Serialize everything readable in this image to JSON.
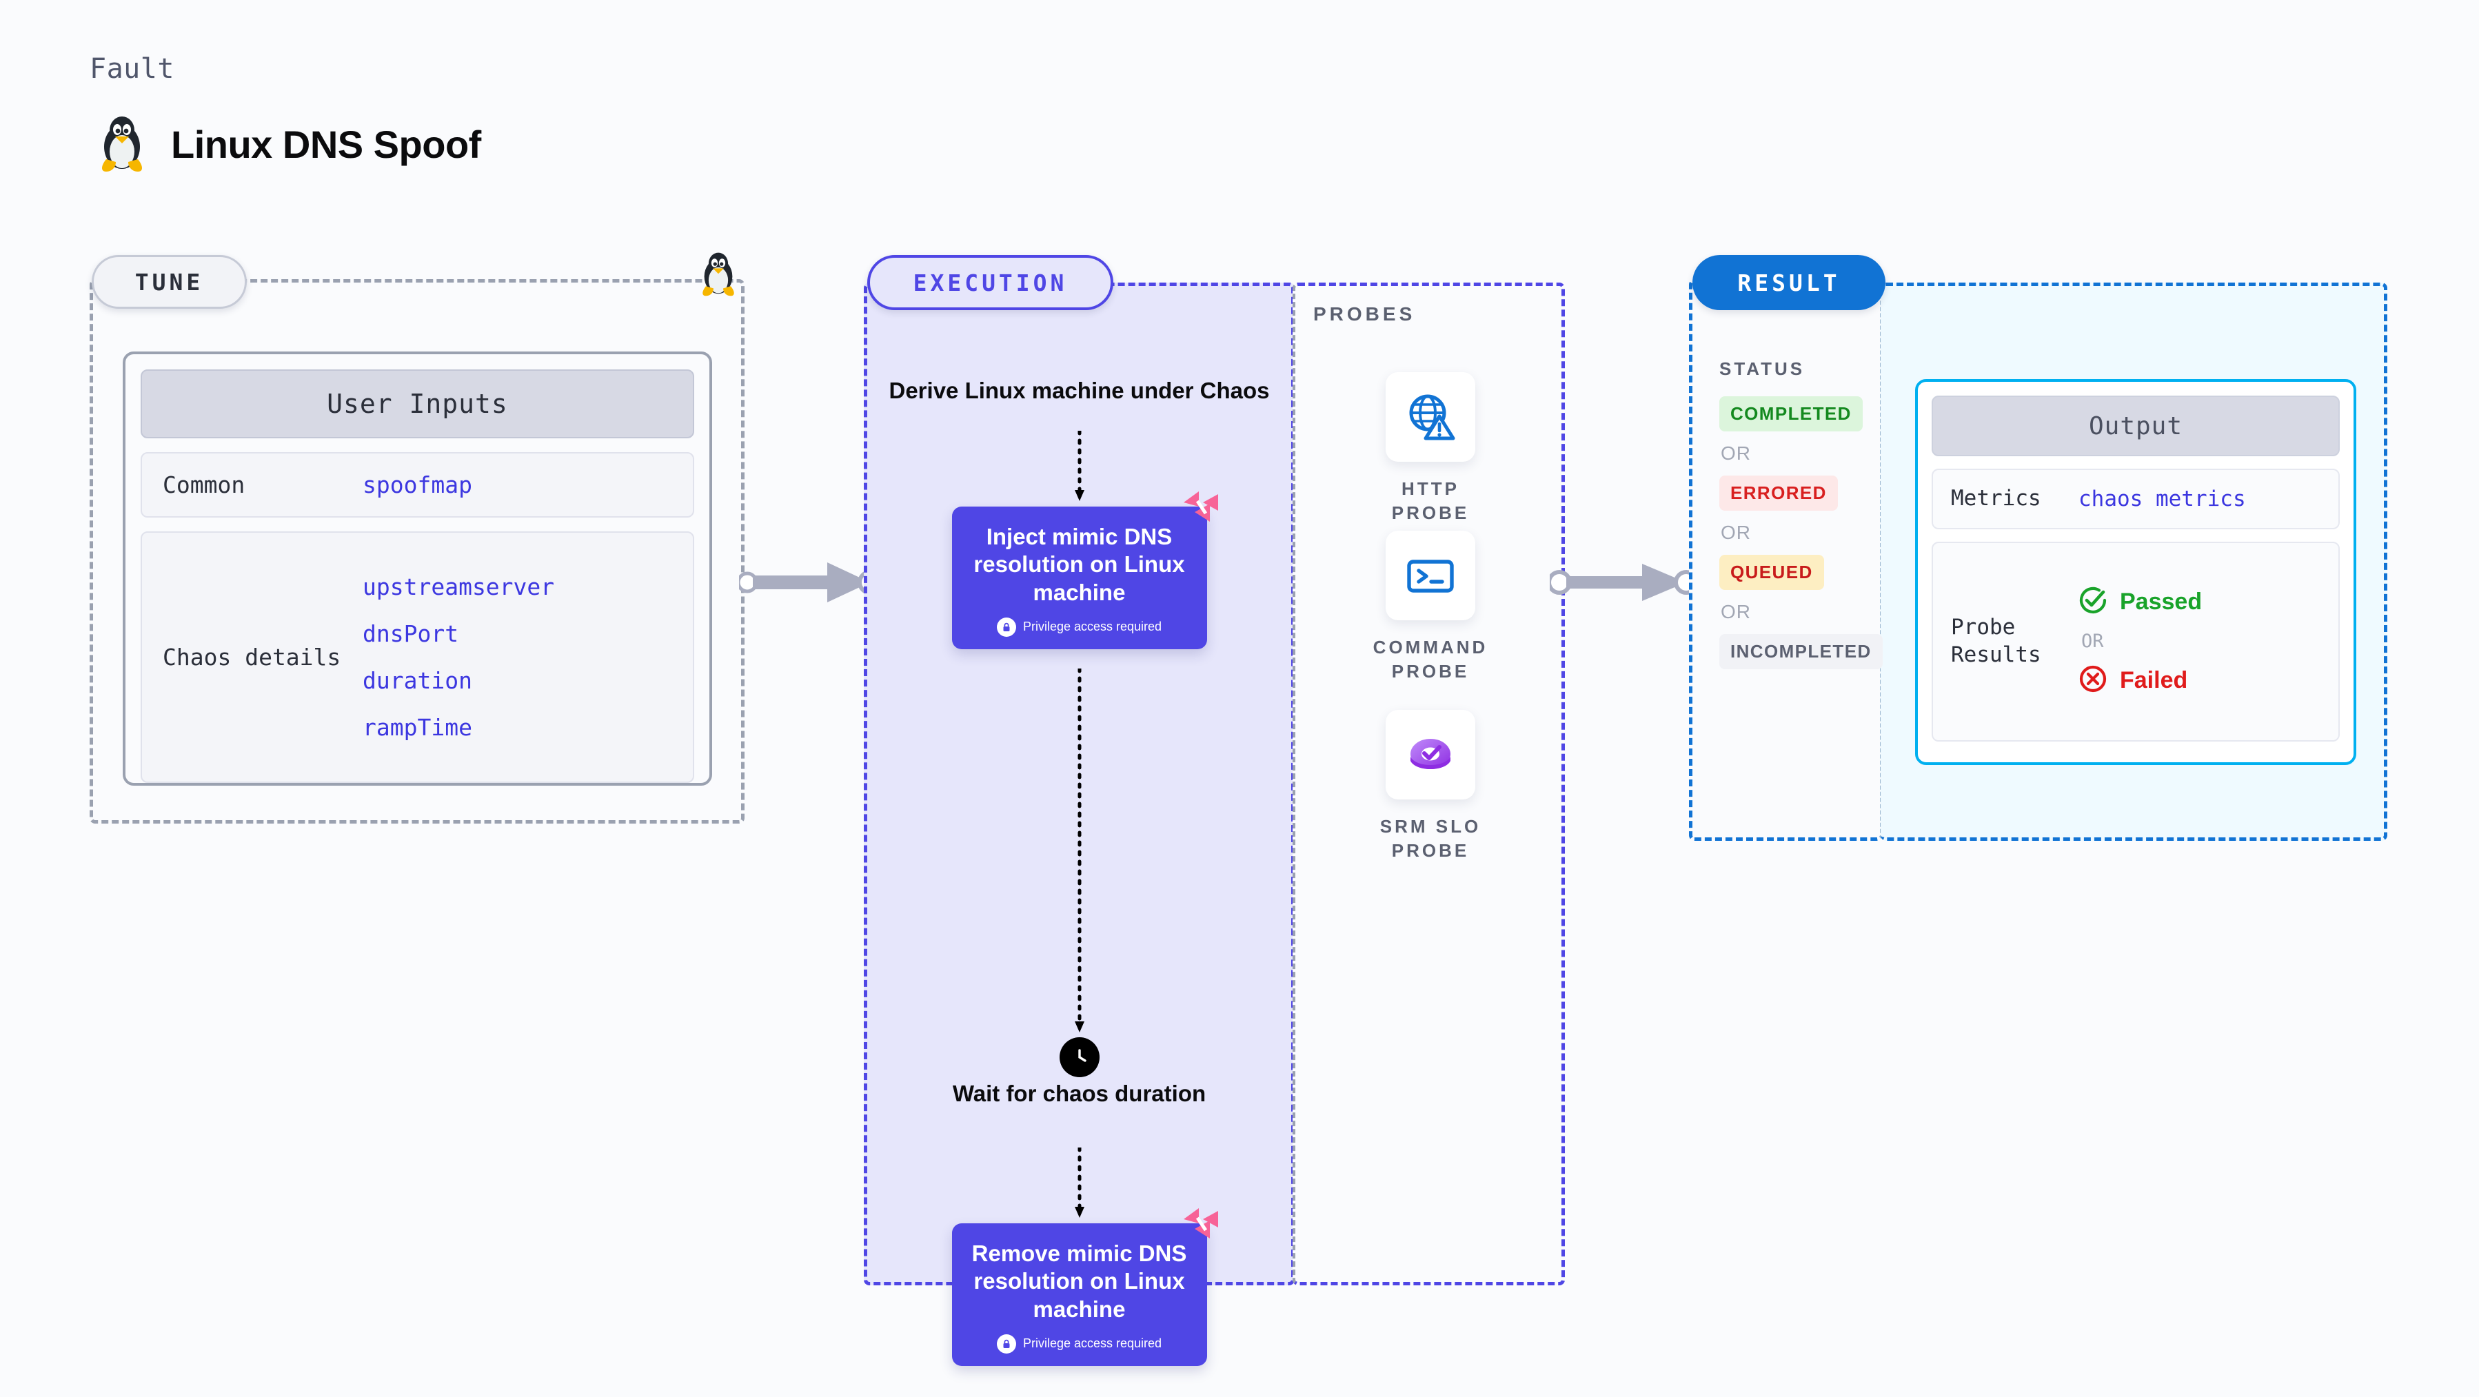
{
  "header": {
    "kicker": "Fault",
    "title": "Linux DNS Spoof",
    "icon": "linux-penguin-icon"
  },
  "stages": {
    "tune": {
      "pill_label": "TUNE",
      "card": {
        "heading": "User Inputs",
        "rows": [
          {
            "key": "Common",
            "values": [
              "spoofmap"
            ]
          },
          {
            "key": "Chaos details",
            "values": [
              "upstreamserver",
              "dnsPort",
              "duration",
              "rampTime"
            ]
          }
        ]
      },
      "corner_icon": "linux-penguin-icon"
    },
    "execution": {
      "pill_label": "EXECUTION",
      "start_label": "Derive Linux machine under Chaos",
      "nodes": [
        {
          "title": "Inject mimic DNS resolution on Linux machine",
          "note": "Privilege access required",
          "badge": "harness-logo-icon",
          "lock": "lock-icon"
        },
        {
          "title": "Remove mimic DNS resolution on Linux machine",
          "note": "Privilege access required",
          "badge": "harness-logo-icon",
          "lock": "lock-icon"
        }
      ],
      "wait": {
        "icon": "clock-icon",
        "label": "Wait for chaos duration"
      }
    },
    "probes": {
      "section_label": "PROBES",
      "items": [
        {
          "name": "HTTP PROBE",
          "icon": "globe-warning-icon"
        },
        {
          "name": "COMMAND PROBE",
          "icon": "terminal-icon"
        },
        {
          "name": "SRM SLO PROBE",
          "icon": "slo-donut-check-icon"
        }
      ]
    },
    "result": {
      "pill_label": "RESULT",
      "status_label": "STATUS",
      "or_label": "OR",
      "statuses": [
        {
          "label": "COMPLETED",
          "bg": "#dcf5dc",
          "fg": "#14891f"
        },
        {
          "label": "ERRORED",
          "bg": "#fde8e8",
          "fg": "#d81f1f"
        },
        {
          "label": "QUEUED",
          "bg": "#fdeec2",
          "fg": "#c81b1b"
        },
        {
          "label": "INCOMPLETED",
          "bg": "#f1f2f6",
          "fg": "#5b6070"
        }
      ]
    },
    "output": {
      "heading": "Output",
      "rows": [
        {
          "key": "Metrics",
          "value": "chaos metrics"
        }
      ],
      "probe_results": {
        "key": "Probe Results",
        "or_label": "OR",
        "passed": {
          "label": "Passed",
          "color": "#19a32a",
          "icon": "check-circle-icon"
        },
        "failed": {
          "label": "Failed",
          "color": "#e01b1b",
          "icon": "x-circle-icon"
        }
      }
    }
  },
  "colors": {
    "accent_indigo": "#4f46e5",
    "accent_blue": "#1173d4",
    "accent_cyan": "#00b0f0",
    "harness_pink": "#f76397",
    "connector_gray": "#a9adc0",
    "page_bg": "#fafbfd"
  },
  "connectors": [
    {
      "from": "tune",
      "to": "execution",
      "style": "thick-arrow-right"
    },
    {
      "from": "probes",
      "to": "result",
      "style": "thick-arrow-right"
    }
  ]
}
